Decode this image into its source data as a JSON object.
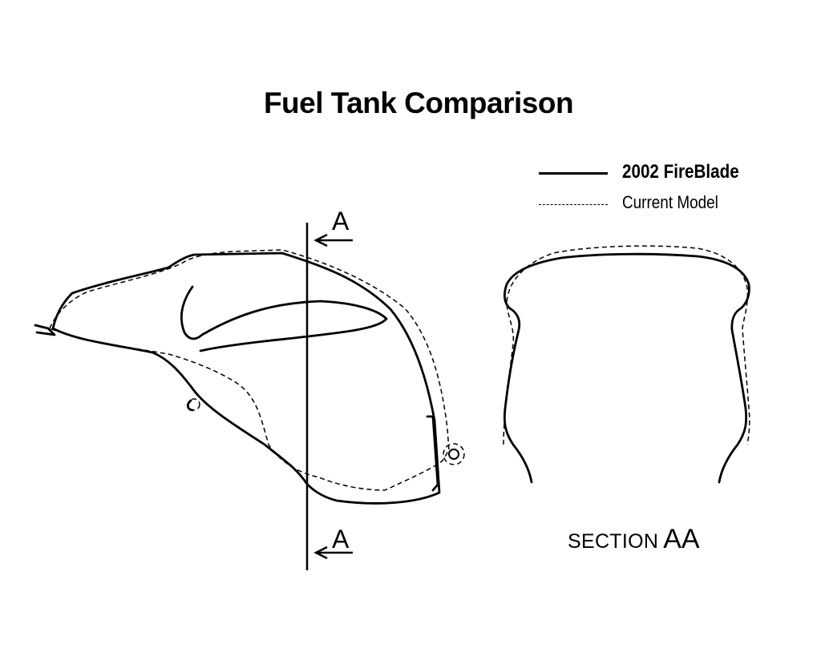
{
  "title": "Fuel Tank Comparison",
  "legend": {
    "solid_label": "2002 FireBlade",
    "dashed_label": "Current Model"
  },
  "section_cut": {
    "top_label": "A",
    "bottom_label": "A"
  },
  "section_view": {
    "word": "SECTION",
    "id": "AA"
  }
}
